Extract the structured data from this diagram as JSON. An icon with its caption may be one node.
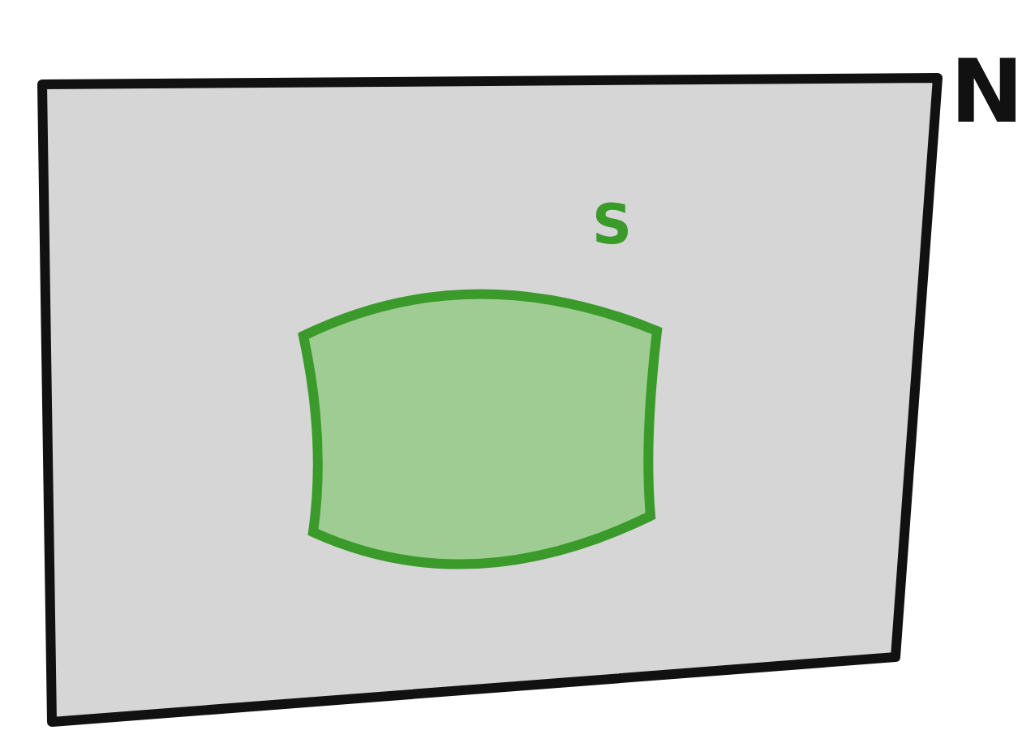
{
  "diagram": {
    "nodes": [
      {
        "text": [
          "N"
        ]
      },
      {
        "text": [
          "S"
        ],
        "in": 0
      }
    ],
    "edges": []
  }
}
